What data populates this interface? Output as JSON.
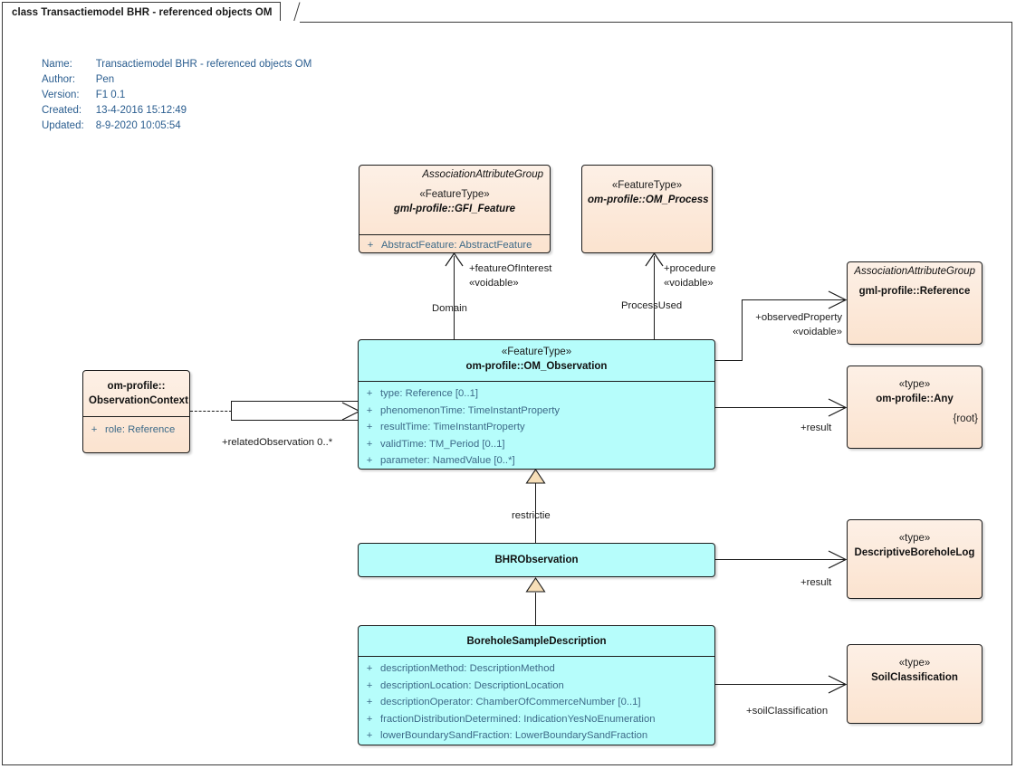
{
  "window": {
    "tab_label": "class Transactiemodel BHR - referenced objects OM"
  },
  "meta": {
    "rows": [
      {
        "key": "Name:",
        "value": "Transactiemodel BHR - referenced objects OM"
      },
      {
        "key": "Author:",
        "value": "Pen"
      },
      {
        "key": "Version:",
        "value": "F1 0.1"
      },
      {
        "key": "Created:",
        "value": "13-4-2016 15:12:49"
      },
      {
        "key": "Updated:",
        "value": "8-9-2020 10:05:54"
      }
    ]
  },
  "colors": {
    "peach_fill": "#fbe8d8",
    "cyan_fill": "#b6fdfb",
    "border": "#1c1c1c",
    "attribute_text": "#3d6a88",
    "meta_text": "#2a5d8f"
  },
  "classes": {
    "gfi_feature": {
      "association_attribute_group": "AssociationAttributeGroup",
      "stereotype": "«FeatureType»",
      "name": "gml-profile::GFI_Feature",
      "attributes": [
        {
          "visibility": "+",
          "signature": "AbstractFeature: AbstractFeature"
        }
      ]
    },
    "om_process": {
      "stereotype": "«FeatureType»",
      "name": "om-profile::OM_Process"
    },
    "om_observation": {
      "stereotype": "«FeatureType»",
      "name": "om-profile::OM_Observation",
      "attributes": [
        {
          "visibility": "+",
          "signature": "type: Reference [0..1]"
        },
        {
          "visibility": "+",
          "signature": "phenomenonTime: TimeInstantProperty"
        },
        {
          "visibility": "+",
          "signature": "resultTime: TimeInstantProperty"
        },
        {
          "visibility": "+",
          "signature": "validTime: TM_Period [0..1]"
        },
        {
          "visibility": "+",
          "signature": "parameter: NamedValue [0..*]"
        }
      ]
    },
    "observation_context": {
      "name_line1": "om-profile::",
      "name_line2": "ObservationContext",
      "attributes": [
        {
          "visibility": "+",
          "signature": "role: Reference"
        }
      ]
    },
    "reference": {
      "association_attribute_group": "AssociationAttributeGroup",
      "name": "gml-profile::Reference"
    },
    "any": {
      "stereotype": "«type»",
      "name": "om-profile::Any",
      "root_marker": "{root}"
    },
    "bhr_observation": {
      "name": "BHRObservation"
    },
    "descriptive_borehole_log": {
      "stereotype": "«type»",
      "name": "DescriptiveBoreholeLog"
    },
    "borehole_sample_description": {
      "name": "BoreholeSampleDescription",
      "attributes": [
        {
          "visibility": "+",
          "signature": "descriptionMethod: DescriptionMethod"
        },
        {
          "visibility": "+",
          "signature": "descriptionLocation: DescriptionLocation"
        },
        {
          "visibility": "+",
          "signature": "descriptionOperator: ChamberOfCommerceNumber [0..1]"
        },
        {
          "visibility": "+",
          "signature": "fractionDistributionDetermined: IndicationYesNoEnumeration"
        },
        {
          "visibility": "+",
          "signature": "lowerBoundarySandFraction: LowerBoundarySandFraction"
        }
      ]
    },
    "soil_classification": {
      "stereotype": "«type»",
      "name": "SoilClassification"
    }
  },
  "connectors": {
    "feature_of_interest": {
      "role": "+featureOfInterest",
      "stereotype": "«voidable»",
      "name": "Domain"
    },
    "procedure": {
      "role": "+procedure",
      "stereotype": "«voidable»",
      "name": "ProcessUsed"
    },
    "observed_property": {
      "role": "+observedProperty",
      "stereotype": "«voidable»"
    },
    "result_any": {
      "role": "+result"
    },
    "related_observation": {
      "role": "+relatedObservation 0..*"
    },
    "restrictie": {
      "name": "restrictie"
    },
    "result_log": {
      "role": "+result"
    },
    "soil_classification_role": {
      "role": "+soilClassification"
    }
  }
}
